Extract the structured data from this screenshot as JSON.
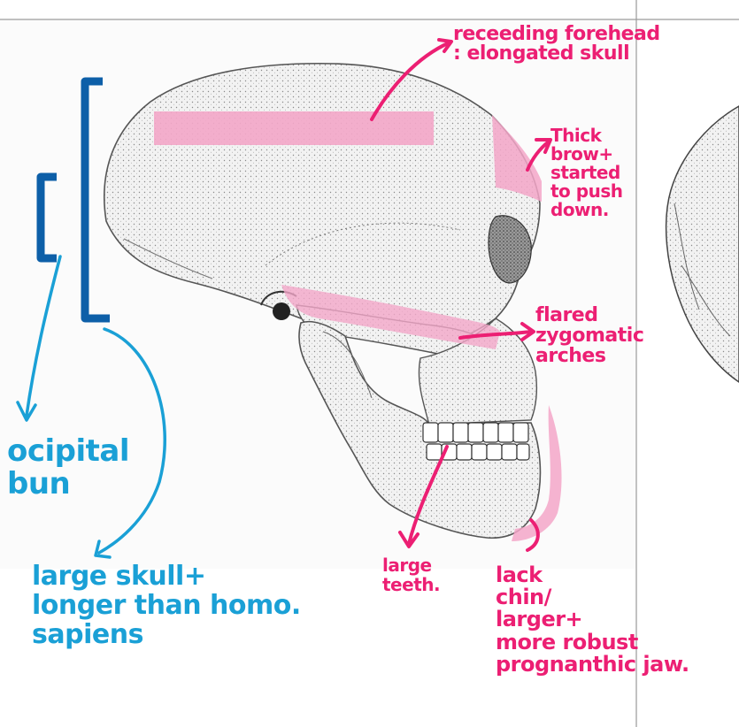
{
  "colors": {
    "pink_ink": "#ec1f73",
    "pink_highlight": "#f3a6c8",
    "blue_ink": "#1aa0d6",
    "dark_blue": "#0d5fa8",
    "skull_fill": "#e9e9e9",
    "skull_outline": "#555555",
    "page_line": "#9a9a9a"
  },
  "annotations": {
    "receding_forehead": "receeding forehead\n: elongated skull",
    "thick_brow": "Thick\nbrow+\nstarted\nto push\ndown.",
    "flared_zygomatic": "flared\nzygomatic\narches",
    "occipital_bun": "ocipital\nbun",
    "large_skull": "large skull+\nlonger than homo.\nsapiens",
    "large_teeth": "large\nteeth.",
    "lack_chin": "lack\nchin/\nlarger+\nmore robust\nprognanthic jaw."
  }
}
